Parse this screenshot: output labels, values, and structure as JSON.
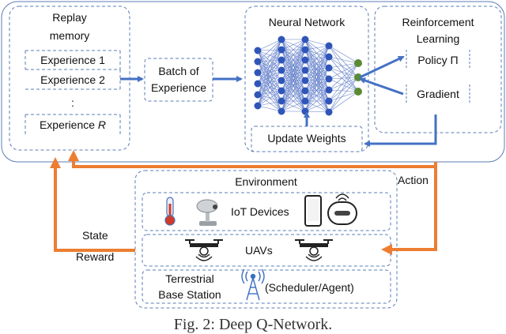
{
  "replay": {
    "title_line1": "Replay",
    "title_line2": "memory",
    "items": [
      "Experience 1",
      "Experience 2",
      ":",
      "Experience "
    ],
    "last_item_italic": "R"
  },
  "batch": {
    "line1": "Batch of",
    "line2": "Experience"
  },
  "nn": {
    "title": "Neural Network",
    "update_weights": "Update Weights"
  },
  "rl": {
    "title_line1": "Reinforcement",
    "title_line2": "Learning",
    "policy": "Policy Π",
    "gradient": "Gradient"
  },
  "environment": {
    "title": "Environment",
    "iot": "IoT Devices",
    "uavs": "UAVs",
    "tbs_line1": "Terrestrial",
    "tbs_line2": "Base Station",
    "scheduler": "(Scheduler/Agent)"
  },
  "flows": {
    "action": "Action",
    "state": "State",
    "reward": "Reward"
  },
  "caption": "Fig. 2: Deep Q-Network.",
  "icons": [
    "thermometer-icon",
    "camera-icon",
    "smartphone-icon",
    "router-icon",
    "drone-icon",
    "antenna-icon"
  ],
  "colors": {
    "blue_arrow": "#4472c4",
    "orange_arrow": "#ed7d31",
    "dash_border": "#5b7db5",
    "neuron_blue": "#2f55b8",
    "neuron_green": "#5a8a32"
  }
}
